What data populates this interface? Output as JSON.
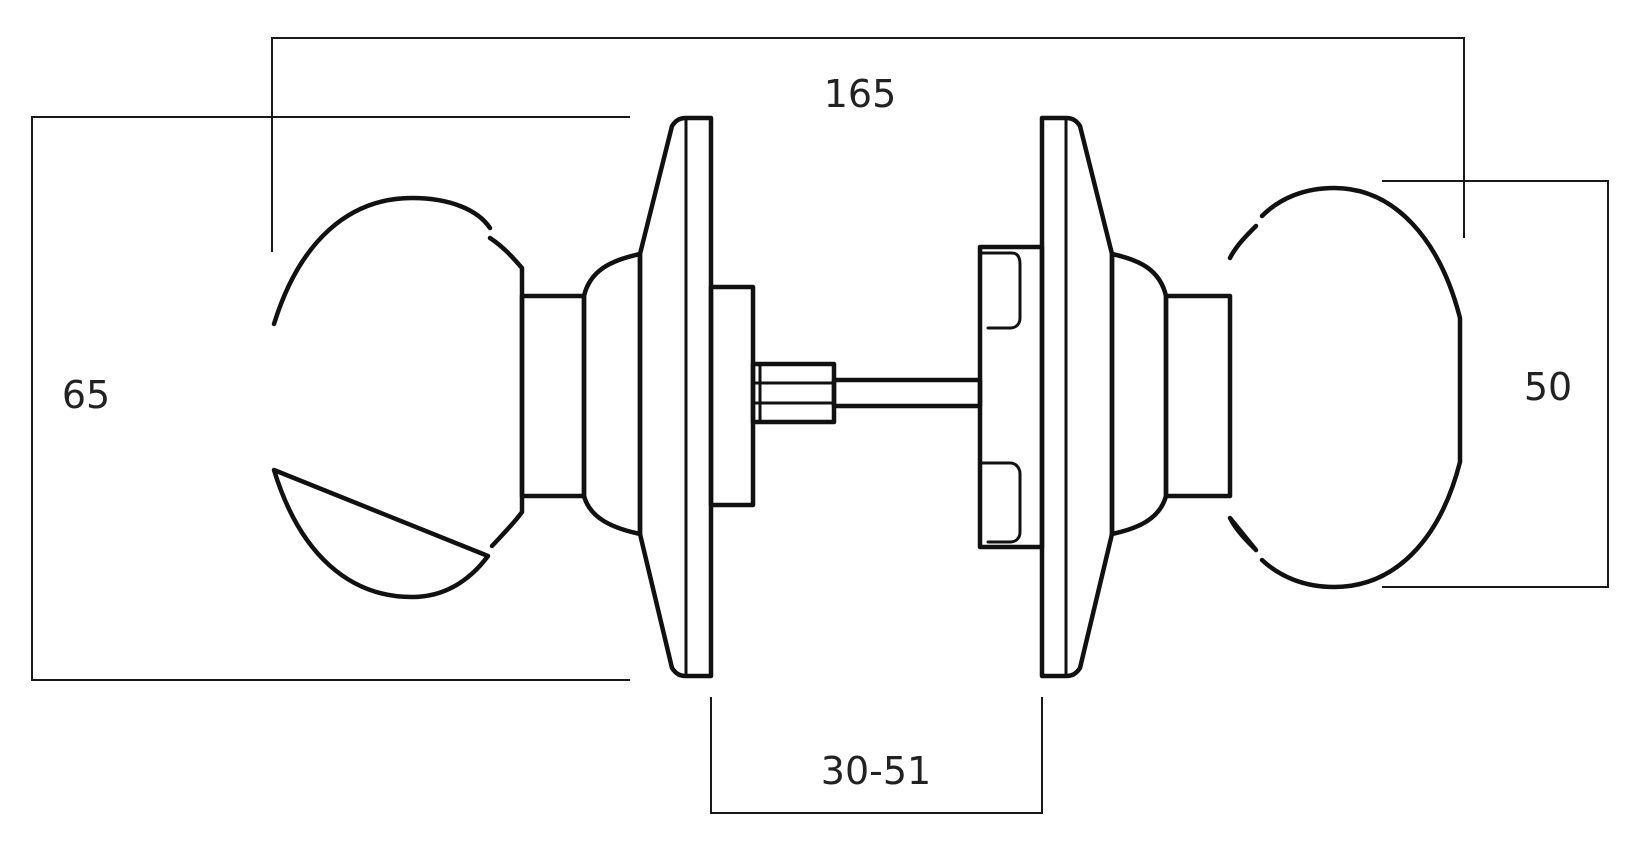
{
  "dimensions": {
    "overall_length": "165",
    "rose_height": "65",
    "knob_height": "50",
    "door_thickness": "30-51"
  },
  "colors": {
    "line": "#111111",
    "background": "#ffffff"
  }
}
